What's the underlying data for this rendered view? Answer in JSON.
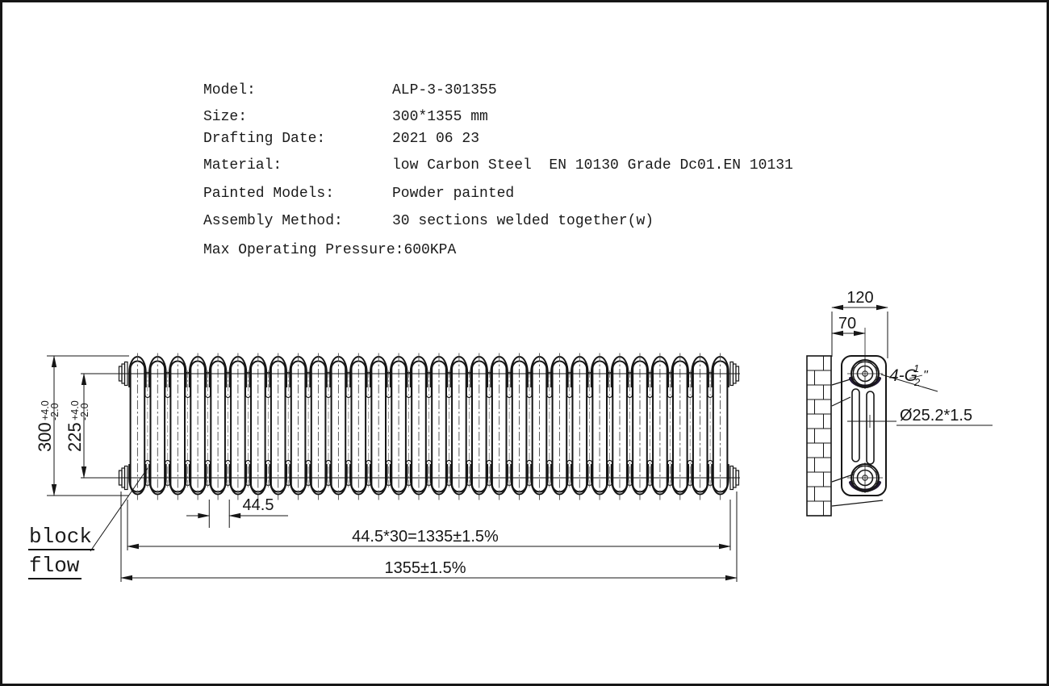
{
  "specs": {
    "rows": [
      {
        "label": "Model:",
        "value": "ALP-3-301355"
      },
      {
        "label": "Size:",
        "value": "300*1355 mm"
      },
      {
        "label": "Drafting Date:",
        "value": "2021 06 23"
      },
      {
        "label": "Material:",
        "value": "low Carbon Steel  EN 10130 Grade Dc01.EN 10131"
      },
      {
        "label": "Painted Models:",
        "value": "Powder painted"
      },
      {
        "label": "Assembly Method:",
        "value": "30 sections welded together(w)"
      },
      {
        "label": "Max Operating Pressure:",
        "value": "600KPA"
      }
    ]
  },
  "front_view": {
    "sections": 30,
    "dim_height": {
      "value": "300",
      "tol_plus": "+4.0",
      "tol_minus": "-2.0"
    },
    "dim_centers": {
      "value": "225",
      "tol_plus": "+4.0",
      "tol_minus": "-2.0"
    },
    "dim_section_width": "44.5",
    "dim_sections_total": "44.5*30=1335±1.5%",
    "dim_overall_length": "1355±1.5%",
    "note_line1": "block",
    "note_line2": "flow"
  },
  "side_view": {
    "dim_depth": "120",
    "dim_wall_to_center": "70",
    "thread": {
      "prefix": "4-G",
      "numerator": "1",
      "denominator": "2",
      "suffix": "\""
    },
    "tube_label": "Ø25.2*1.5"
  },
  "colors": {
    "line": "#161616",
    "paper": "#ffffff"
  }
}
